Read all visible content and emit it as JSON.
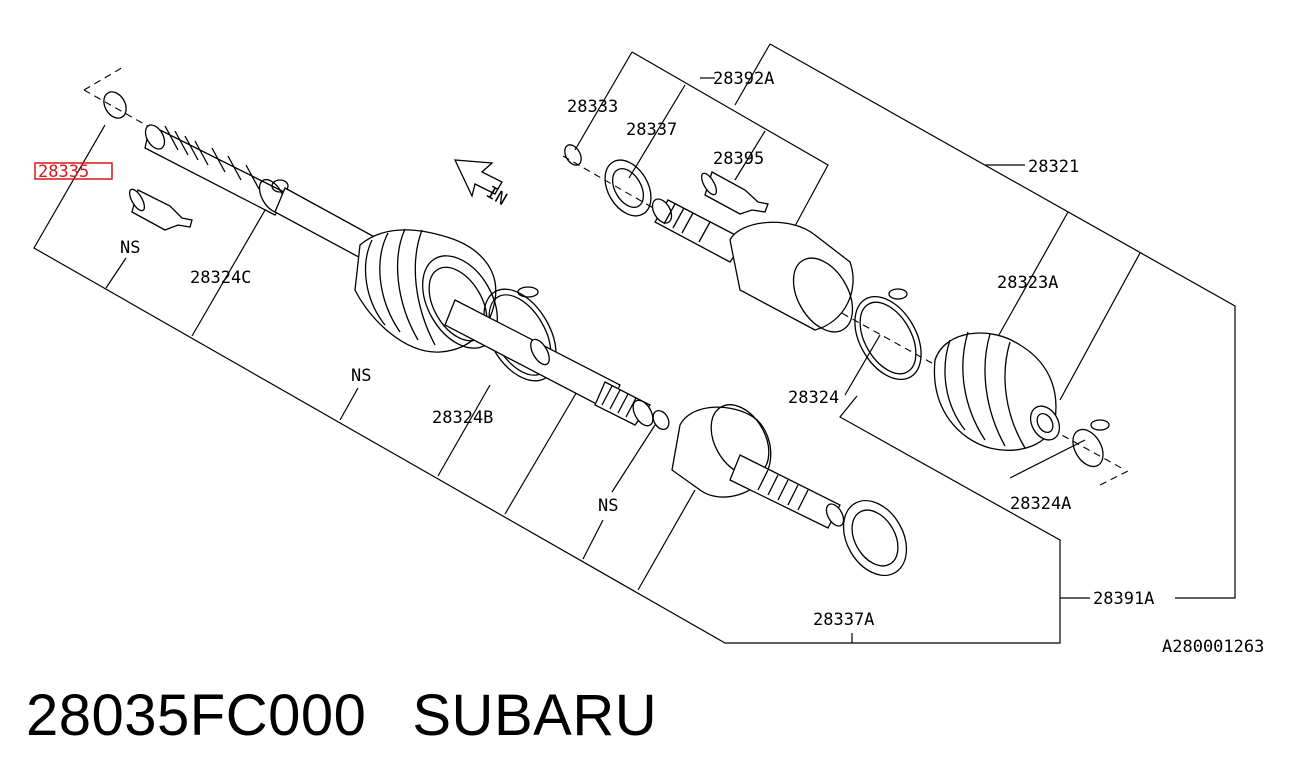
{
  "diagram": {
    "reference_code": "A280001263",
    "direction_label": "IN",
    "highlight_color": "#d21a1a",
    "labels": {
      "p28335": "28335",
      "p28324C": "28324C",
      "ns1": "NS",
      "ns2": "NS",
      "ns3": "NS",
      "p28324B": "28324B",
      "p28333": "28333",
      "p28337": "28337",
      "p28392A": "28392A",
      "p28395": "28395",
      "p28321": "28321",
      "p28323A": "28323A",
      "p28324": "28324",
      "p28324A": "28324A",
      "p28391A": "28391A",
      "p28337A": "28337A"
    }
  },
  "footer": {
    "part_number": "28035FC000",
    "brand": "SUBARU"
  }
}
